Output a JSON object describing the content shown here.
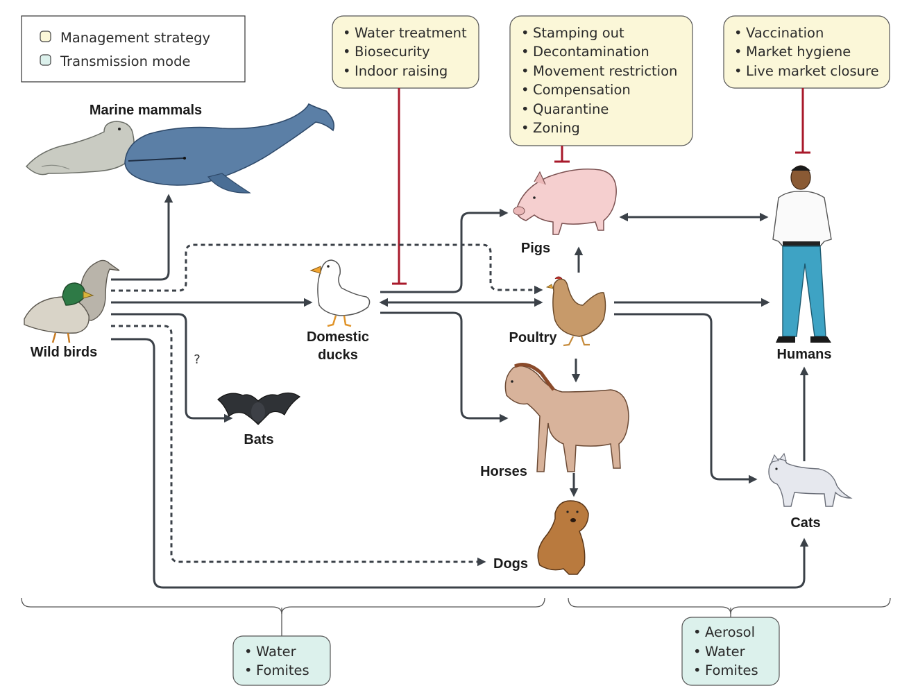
{
  "legend": {
    "items": [
      {
        "label": "Management strategy",
        "color": "#fbf7d8"
      },
      {
        "label": "Transmission mode",
        "color": "#dcf1ec"
      }
    ]
  },
  "colors": {
    "management_fill": "#fbf7d8",
    "transmission_fill": "#dcf1ec",
    "inhibition": "#a8182a",
    "arrow": "#3b4148"
  },
  "management_boxes": [
    {
      "items": [
        "Water treatment",
        "Biosecurity",
        "Indoor raising"
      ]
    },
    {
      "items": [
        "Stamping out",
        "Decontamination",
        "Movement restriction",
        "Compensation",
        "Quarantine",
        "Zoning"
      ]
    },
    {
      "items": [
        "Vaccination",
        "Market hygiene",
        "Live market closure"
      ]
    }
  ],
  "transmission_boxes": [
    {
      "items": [
        "Water",
        "Fomites"
      ]
    },
    {
      "items": [
        "Aerosol",
        "Water",
        "Fomites"
      ]
    }
  ],
  "animals": {
    "marine_mammals": "Marine mammals",
    "wild_birds": "Wild birds",
    "domestic_ducks_line1": "Domestic",
    "domestic_ducks_line2": "ducks",
    "bats": "Bats",
    "pigs": "Pigs",
    "poultry": "Poultry",
    "horses": "Horses",
    "dogs": "Dogs",
    "humans": "Humans",
    "cats": "Cats"
  },
  "uncertain_mark": "?"
}
